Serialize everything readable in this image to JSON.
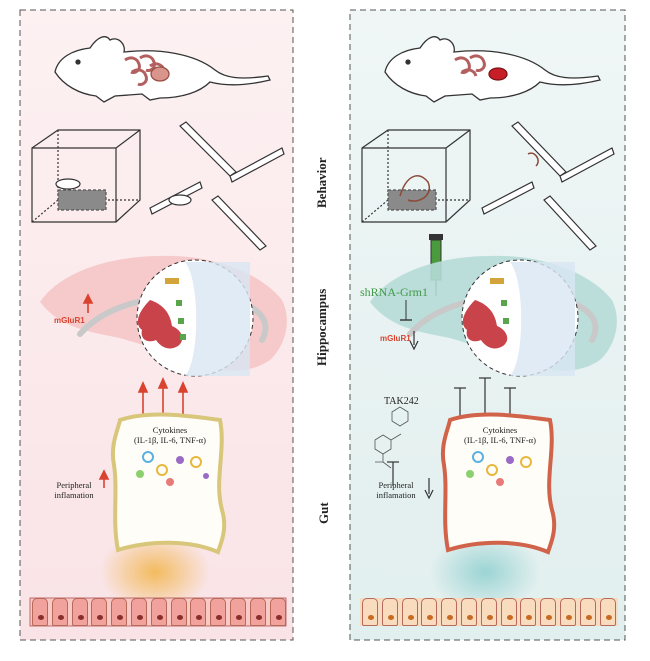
{
  "sections": {
    "behavior": "Behavior",
    "hippocampus": "Hippocampus",
    "gut": "Gut"
  },
  "left_panel": {
    "marker": "mGluR1",
    "cytokines_title": "Cytokines",
    "cytokines_list": "(IL-1β, IL-6, TNF-α)",
    "peripheral_line1": "Peripheral",
    "peripheral_line2": "inflamation"
  },
  "right_panel": {
    "shrna": "shRNA-Grm1",
    "marker": "mGluR1",
    "drug": "TAK242",
    "cytokines_title": "Cytokines",
    "cytokines_list": "(IL-1β, IL-6, TNF-α)",
    "peripheral_line1": "Peripheral",
    "peripheral_line2": "inflamation"
  },
  "colors": {
    "left_bg": "#fbe9ec",
    "right_bg": "#e4f1f0",
    "hippo_left": "#f5c6c6",
    "hippo_right": "#b7dcd8",
    "gut_left": "#d8c67a",
    "gut_right": "#d0634a",
    "arrow_red": "#d9432f"
  }
}
